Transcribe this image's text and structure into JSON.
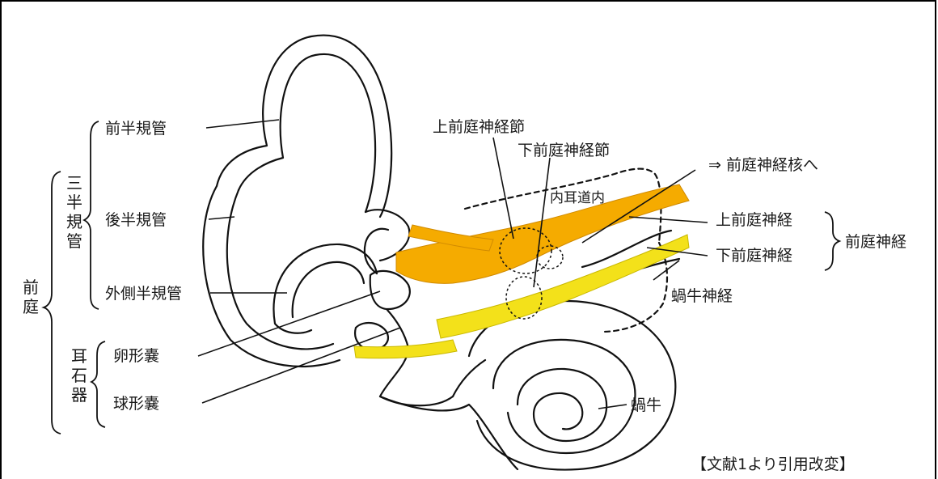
{
  "colors": {
    "outline": "#111111",
    "superior_nerve": "#f5ab00",
    "inferior_nerve": "#f3e11a",
    "background": "#ffffff"
  },
  "labels": {
    "anterior_canal": "前半規管",
    "posterior_canal": "後半規管",
    "lateral_canal": "外側半規管",
    "utricle": "卵形嚢",
    "saccule": "球形嚢",
    "superior_ganglion": "上前庭神経節",
    "inferior_ganglion": "下前庭神経節",
    "internal_canal": "内耳道内",
    "to_nucleus": "⇒ 前庭神経核へ",
    "superior_nerve": "上前庭神経",
    "inferior_nerve": "下前庭神経",
    "vestibular_nerve": "前庭神経",
    "cochlear_nerve": "蝸牛神経",
    "cochlea": "蝸牛",
    "citation": "【文献1より引用改変】"
  },
  "vertical_labels": {
    "vestibule": [
      "前",
      "庭"
    ],
    "semicircular_canals": [
      "三",
      "半",
      "規",
      "管"
    ],
    "otolith_organs": [
      "耳",
      "石",
      "器"
    ]
  }
}
